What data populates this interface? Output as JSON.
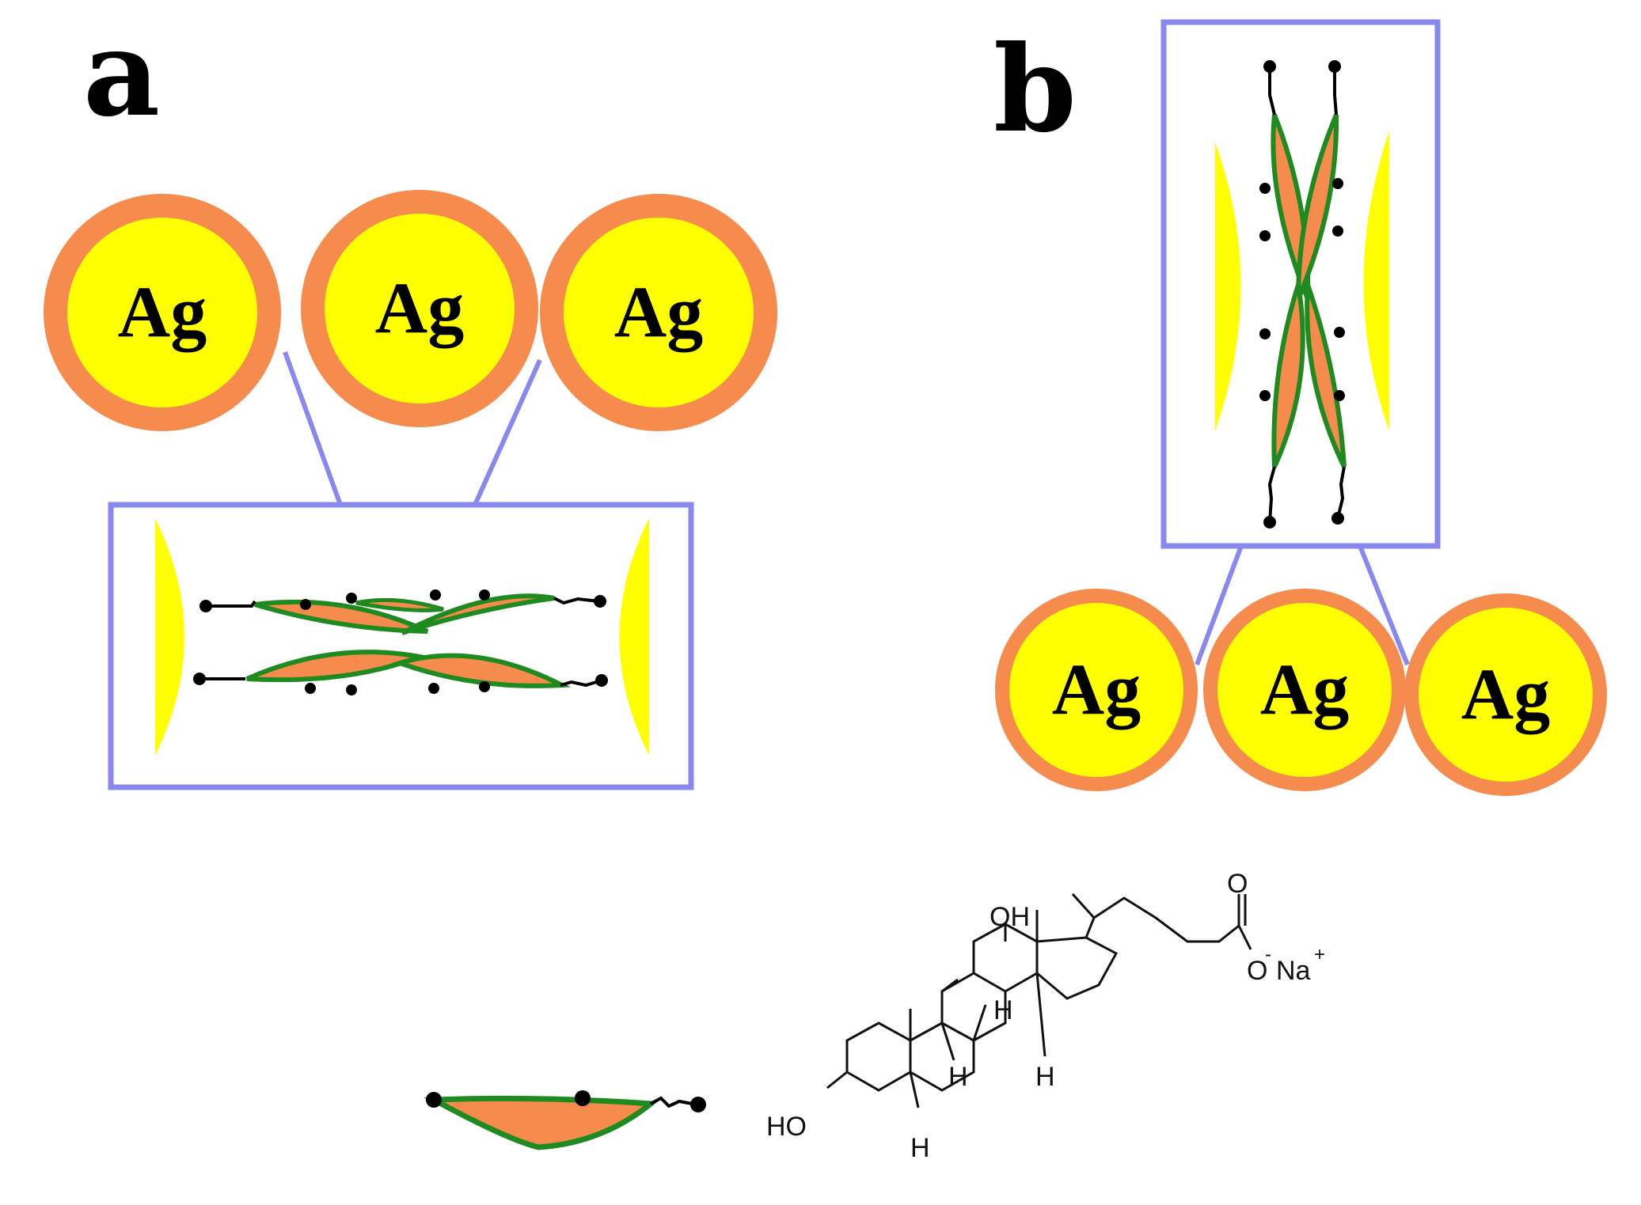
{
  "panels": {
    "a": {
      "label": "a"
    },
    "b": {
      "label": "b"
    }
  },
  "particle_label": "Ag",
  "molecule": {
    "name_visible": false,
    "labels": {
      "oh_top": "OH",
      "ho_left": "HO",
      "h_ring_b_junction": "H",
      "h_ring_b_c": "H",
      "h_ring_c_top": "H",
      "h_ring_c_d": "H",
      "o_carbonyl": "O",
      "o_carboxylate": "O",
      "minus": "-",
      "sodium": "Na",
      "plus": "+"
    }
  },
  "colors": {
    "silver_core": "#ffff00",
    "shell": "#f58b4c",
    "callout_frame": "#8888ee",
    "bile_body": "#f58b4c",
    "bile_outline": "#1f8a1f",
    "tail": "#000000"
  }
}
